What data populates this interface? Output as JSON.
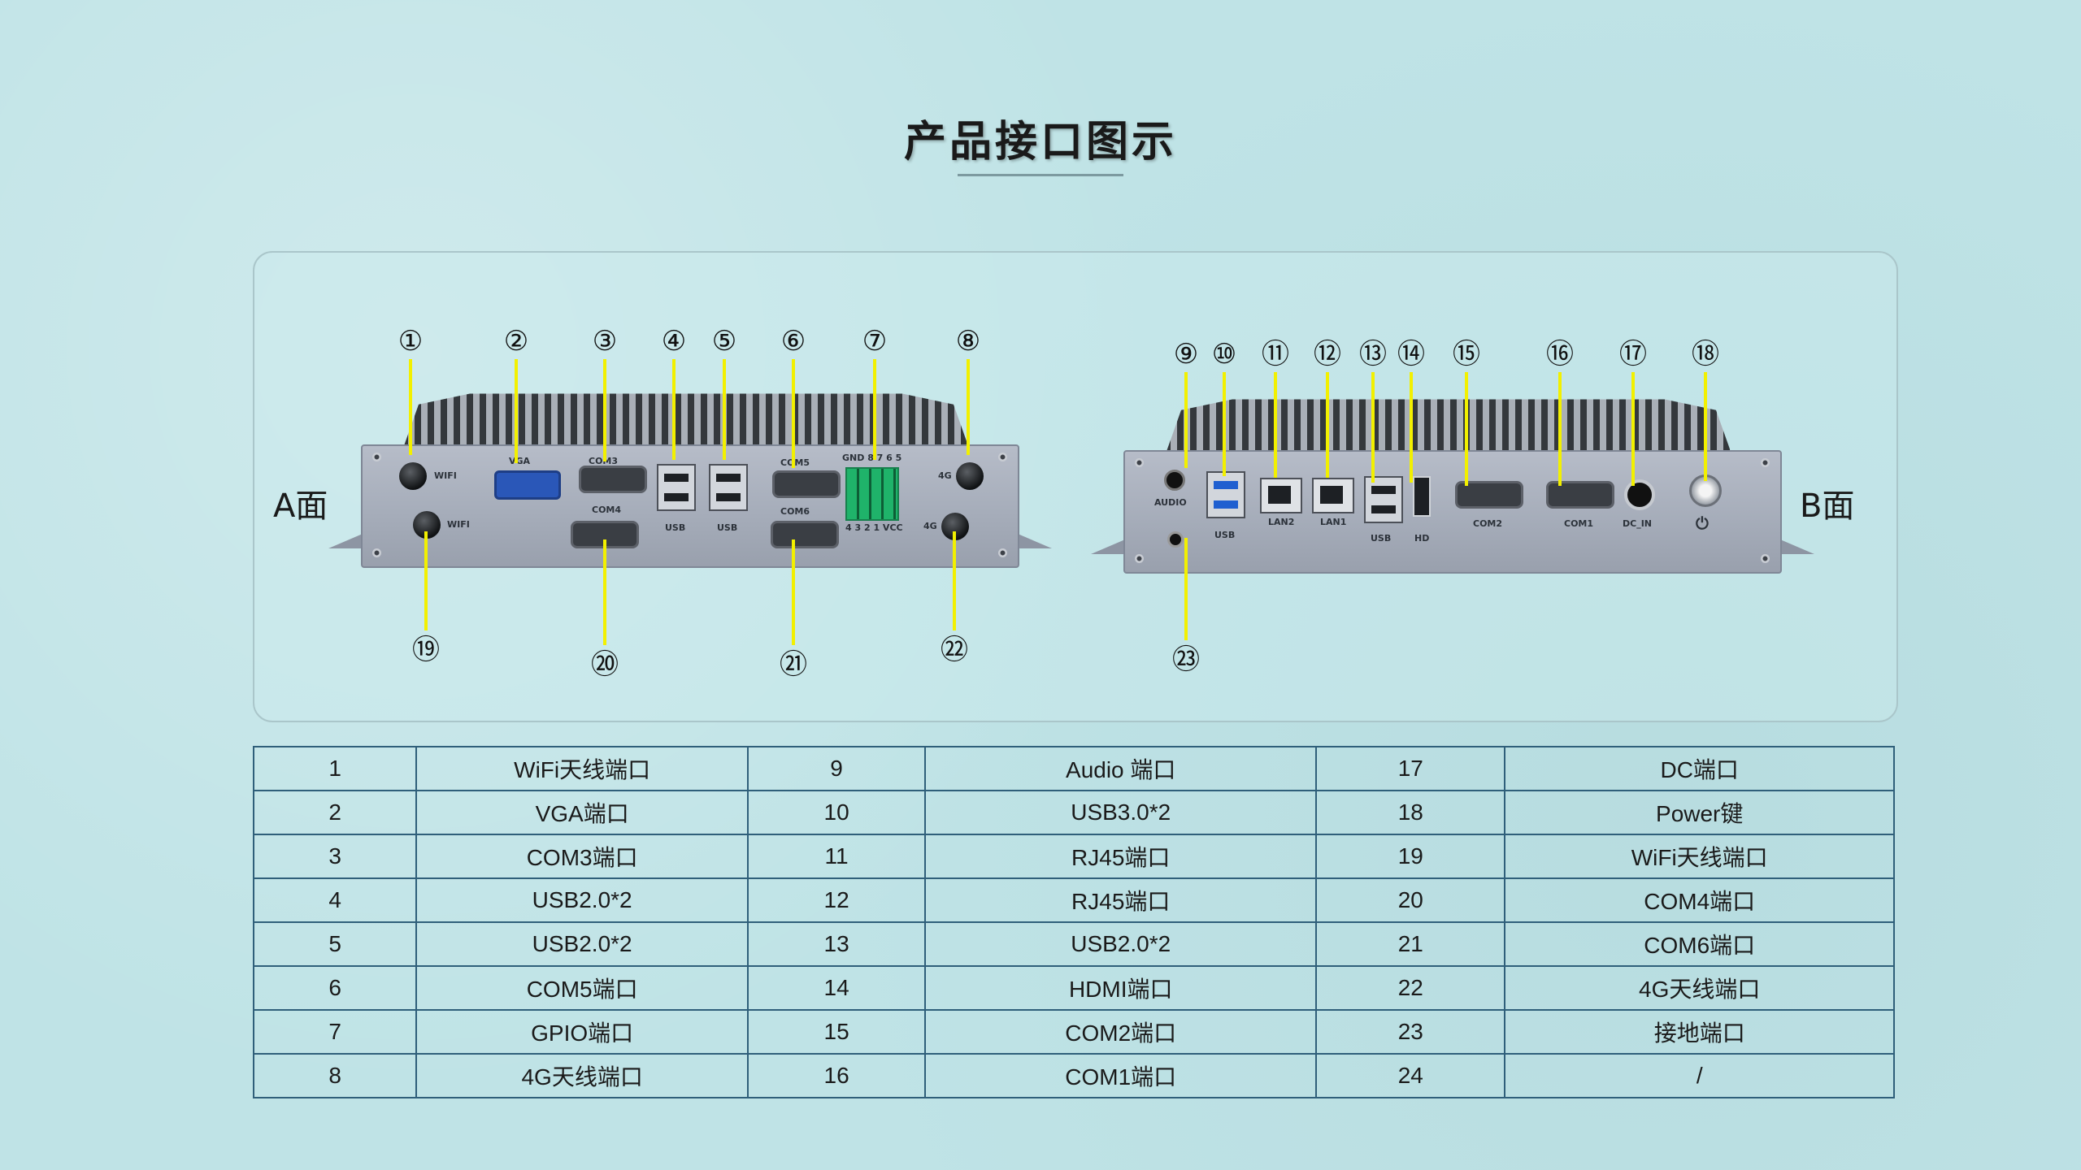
{
  "title": "产品接口图示",
  "faces": {
    "a": "A面",
    "b": "B面"
  },
  "port_labels": {
    "wifi": "WIFI",
    "vga": "VGA",
    "com3": "COM3",
    "com4": "COM4",
    "usb": "USB",
    "com5": "COM5",
    "com6": "COM6",
    "gpio_top": "GND 8 7 6 5",
    "gpio_bottom": "4 3 2 1 VCC",
    "fourg": "4G",
    "audio": "AUDIO",
    "lan2": "LAN2",
    "lan1": "LAN1",
    "hd": "HD",
    "com2": "COM2",
    "com1": "COM1",
    "dc_in": "DC_IN",
    "power_symbol": "⏻"
  },
  "callouts_top": [
    "①",
    "②",
    "③",
    "④",
    "⑤",
    "⑥",
    "⑦",
    "⑧",
    "⑨",
    "⑩",
    "⑪",
    "⑫",
    "⑬",
    "⑭",
    "⑮",
    "⑯",
    "⑰",
    "⑱"
  ],
  "callouts_bottom": [
    "⑲",
    "⑳",
    "㉑",
    "㉒",
    "㉓"
  ],
  "table": {
    "rows": [
      [
        "1",
        "WiFi天线端口",
        "9",
        "Audio 端口",
        "17",
        "DC端口"
      ],
      [
        "2",
        "VGA端口",
        "10",
        "USB3.0*2",
        "18",
        "Power键"
      ],
      [
        "3",
        "COM3端口",
        "11",
        "RJ45端口",
        "19",
        "WiFi天线端口"
      ],
      [
        "4",
        "USB2.0*2",
        "12",
        "RJ45端口",
        "20",
        "COM4端口"
      ],
      [
        "5",
        "USB2.0*2",
        "13",
        "USB2.0*2",
        "21",
        "COM6端口"
      ],
      [
        "6",
        "COM5端口",
        "14",
        "HDMI端口",
        "22",
        "4G天线端口"
      ],
      [
        "7",
        "GPIO端口",
        "15",
        "COM2端口",
        "23",
        "接地端口"
      ],
      [
        "8",
        "4G天线端口",
        "16",
        "COM1端口",
        "24",
        "/"
      ]
    ]
  },
  "colors": {
    "background": "#bfe3e6",
    "callout_line": "#f2f000",
    "table_border": "#2f5f7a"
  },
  "icons": [
    "power-icon",
    "ground-screw-icon",
    "antenna-connector-icon"
  ]
}
